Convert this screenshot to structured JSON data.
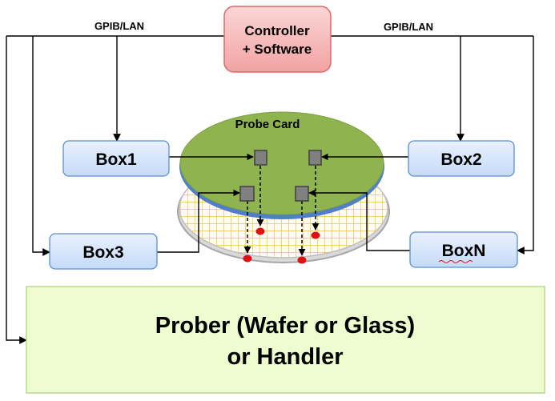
{
  "controller": {
    "line1": "Controller",
    "line2": "+ Software"
  },
  "links": {
    "left_label": "GPIB/LAN",
    "right_label": "GPIB/LAN"
  },
  "boxes": {
    "box1": "Box1",
    "box2": "Box2",
    "box3": "Box3",
    "boxn": "BoxN"
  },
  "probe_card": {
    "label": "Probe Card"
  },
  "prober": {
    "line1": "Prober (Wafer or Glass)",
    "line2": "or Handler"
  },
  "colors": {
    "controller_fill": "#f5b8b8",
    "controller_border": "#d96b6b",
    "box_fill": "#d6e6fb",
    "box_border": "#5a8ed0",
    "probe_card_fill": "#8fb34f",
    "probe_card_edge": "#4f7fc7",
    "wafer_grid": "#f3c24a",
    "wafer_bg": "#fffdf2",
    "prober_fill": "#eefcd0",
    "prober_border": "#b8d98a",
    "contact_dot": "#e01010",
    "probe_pin": "#808080"
  }
}
